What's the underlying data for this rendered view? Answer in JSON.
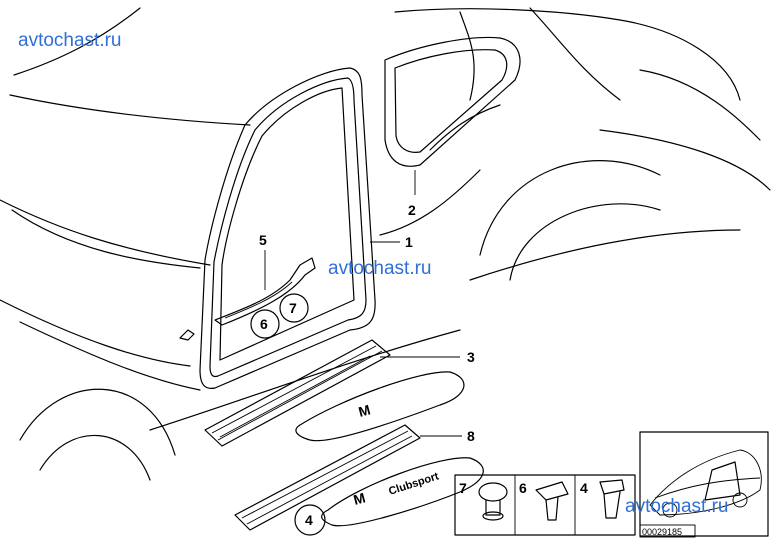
{
  "watermarks": [
    "avtochast.ru",
    "avtochast.ru",
    "avtochast.ru"
  ],
  "callouts": {
    "p1": "1",
    "p2": "2",
    "p3": "3",
    "p4": "4",
    "p5": "5",
    "p6": "6",
    "p7": "7",
    "p8": "8"
  },
  "badges": {
    "top": "M",
    "bottom": "M",
    "bottom_text": "Clubsport"
  },
  "fasteners": {
    "f7": "7",
    "f6": "6",
    "f4": "4"
  },
  "diagram_number": "00029185"
}
